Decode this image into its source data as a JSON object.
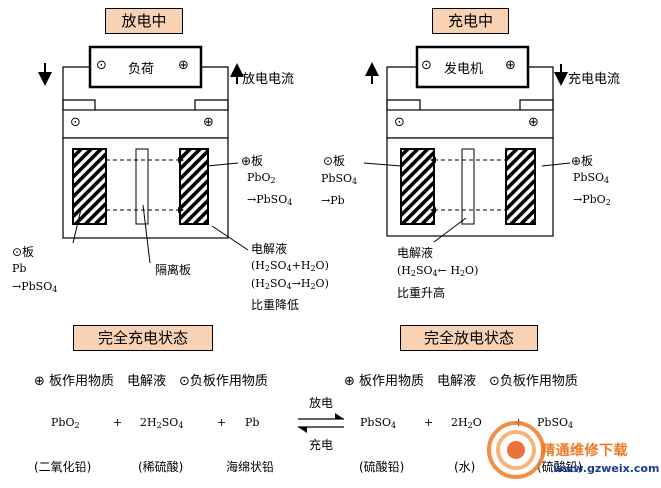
{
  "left": {
    "title": "放电中",
    "device": "负荷",
    "current_label": "放电电流",
    "pos_plate_label": "⊕板",
    "pos_plate_from": "PbO2",
    "pos_plate_to": "→PbSO4",
    "neg_plate_label": "⊙板",
    "neg_plate_from": "Pb",
    "neg_plate_to": "→PbSO4",
    "separator_label": "隔离板",
    "electrolyte_label": "电解液",
    "electrolyte_line1": "(H2SO4+H2O)",
    "electrolyte_line2": "(H2SO4→H2O)",
    "gravity": "比重降低",
    "state": "完全充电状态"
  },
  "right": {
    "title": "充电中",
    "device": "发电机",
    "current_label": "充电电流",
    "pos_plate_label": "⊕板",
    "pos_plate_from": "PbSO4",
    "pos_plate_to": "→PbO2",
    "neg_plate_label": "⊙板",
    "neg_plate_from": "PbSO4",
    "neg_plate_to": "→Pb",
    "electrolyte_label": "电解液",
    "electrolyte_line1": "(H2SO4← H2O)",
    "gravity": "比重升高",
    "state": "完全放电状态"
  },
  "terminal_neg": "⊙",
  "terminal_pos": "⊕",
  "equation": {
    "head_left": "⊕ 板作用物质　电解液　⊙负板作用物质",
    "head_right": "⊕ 板作用物质　电解液　⊙负板作用物质",
    "pbo2": "PbO2",
    "plus": "+",
    "h2so4": "2H2SO4",
    "pb": "Pb",
    "discharge": "放电",
    "charge": "充电",
    "pbso4": "PbSO4",
    "h2o": "2H2O",
    "name_pbo2": "(二氧化铅)",
    "name_h2so4": "(稀硫酸)",
    "name_pb": "海绵状铅",
    "name_pbso4": "(硫酸铅)",
    "name_h2o": "(水)",
    "name_pbso4b": "(硫酸铅)"
  },
  "watermark": {
    "name": "精通维修下载",
    "url": "www.gzweix.com"
  }
}
